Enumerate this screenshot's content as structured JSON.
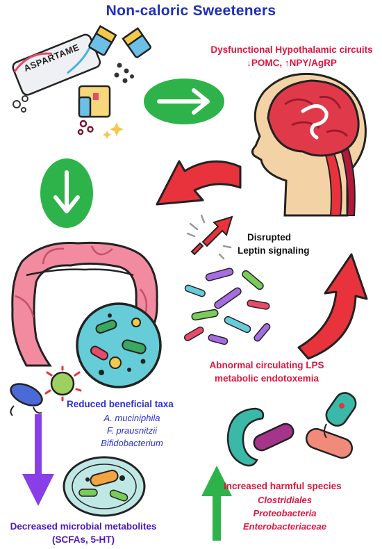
{
  "title": "Non-caloric Sweeteners",
  "packet_text": "ASPARTAME",
  "hypothalamus": {
    "line1": "Dysfunctional Hypothalamic circuits",
    "line2": "↓POMC, ↑NPY/AgRP"
  },
  "leptin": {
    "line1": "Disrupted",
    "line2": "Leptin signaling"
  },
  "lps": {
    "line1": "Abnormal circulating LPS",
    "line2": "metabolic endotoxemia"
  },
  "beneficial": {
    "heading": "Reduced beneficial taxa",
    "taxa": [
      "A. muciniphila",
      "F. prausnitzii",
      "Bifidobacterium"
    ]
  },
  "metabolites": {
    "line1": "Decreased microbial metabolites",
    "line2": "(SCFAs, 5-HT)"
  },
  "harmful": {
    "heading": "Increased harmful species",
    "taxa": [
      "Clostridiales",
      "Proteobacteria",
      "Enterobacteriaceae"
    ]
  },
  "colors": {
    "title": "#1e2fb8",
    "red_label": "#e0153f",
    "blue_label": "#2a2fd0",
    "purple_label": "#4b17c2",
    "green_arrow": "#2db34a",
    "red_arrow": "#e8323c",
    "purple_arrow": "#8a3ee8"
  }
}
